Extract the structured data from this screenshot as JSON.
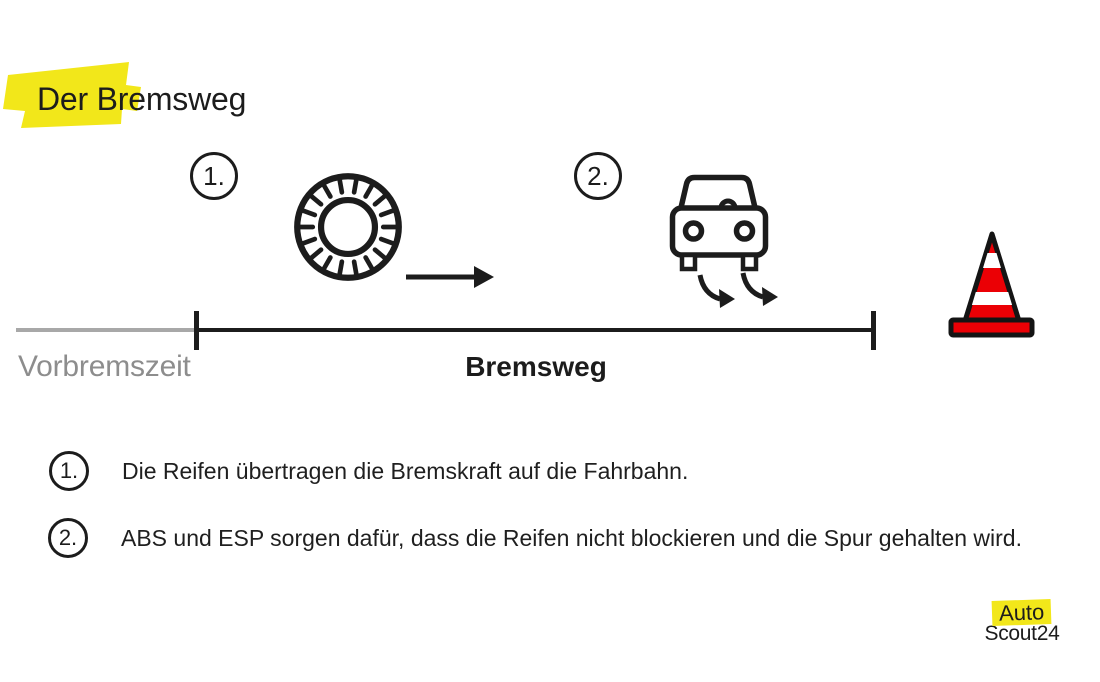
{
  "page": {
    "title": "Der Bremsweg"
  },
  "colors": {
    "highlight_yellow": "#F2E71A",
    "ink_black": "#1C1C1C",
    "timeline_gray": "#A8A8A8",
    "label_gray": "#8D8D8D",
    "cone_red": "#EB0005",
    "background": "#FFFFFF"
  },
  "steps": [
    {
      "number": "1.",
      "icon": "tire-icon",
      "description": "Die Reifen übertragen die Bremskraft auf die Fahrbahn."
    },
    {
      "number": "2.",
      "icon": "car-skid-icon",
      "description": "ABS und ESP sorgen dafür, dass die Reifen nicht blockieren und die Spur gehalten wird."
    }
  ],
  "timeline": {
    "pre_brake_label": "Vorbremszeit",
    "brake_label": "Bremsweg"
  },
  "logo": {
    "top": "Auto",
    "bottom": "Scout24"
  }
}
